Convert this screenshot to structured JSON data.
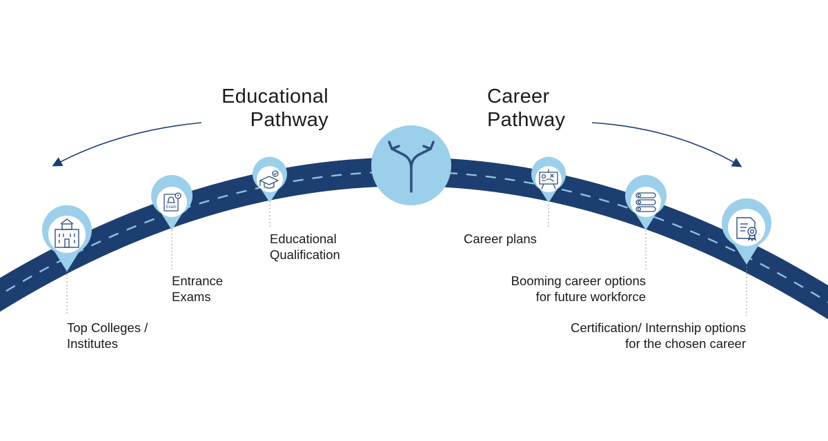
{
  "headings": {
    "educational": [
      "Educational",
      "Pathway"
    ],
    "career": [
      "Career",
      "Pathway"
    ]
  },
  "milestones": {
    "top_colleges": [
      "Top Colleges /",
      "Institutes"
    ],
    "entrance_exams": [
      "Entrance",
      "Exams"
    ],
    "educational_qualification": [
      "Educational",
      "Qualification"
    ],
    "career_plans": [
      "Career plans"
    ],
    "booming_careers": [
      "Booming career options",
      "for future workforce"
    ],
    "certification": [
      "Certification/ Internship options",
      "for the chosen career"
    ]
  },
  "icons": {
    "top_colleges": "college-building-icon",
    "entrance_exams": "exam-paper-icon",
    "educational_qualification": "graduation-cap-icon",
    "career_plans": "presentation-board-icon",
    "booming_careers": "options-list-icon",
    "certification": "certificate-icon",
    "crossroads": "split-arrows-icon"
  },
  "icon_text": {
    "exam": "Exam"
  },
  "colors": {
    "road": "#1d3e70",
    "road_dash": "#8ec2e6",
    "pin_fill": "#9ccfea",
    "pin_inner": "#ffffff",
    "icon_stroke": "#2f4f80",
    "arrow": "#1d3e70",
    "text": "#1a1a1a"
  }
}
